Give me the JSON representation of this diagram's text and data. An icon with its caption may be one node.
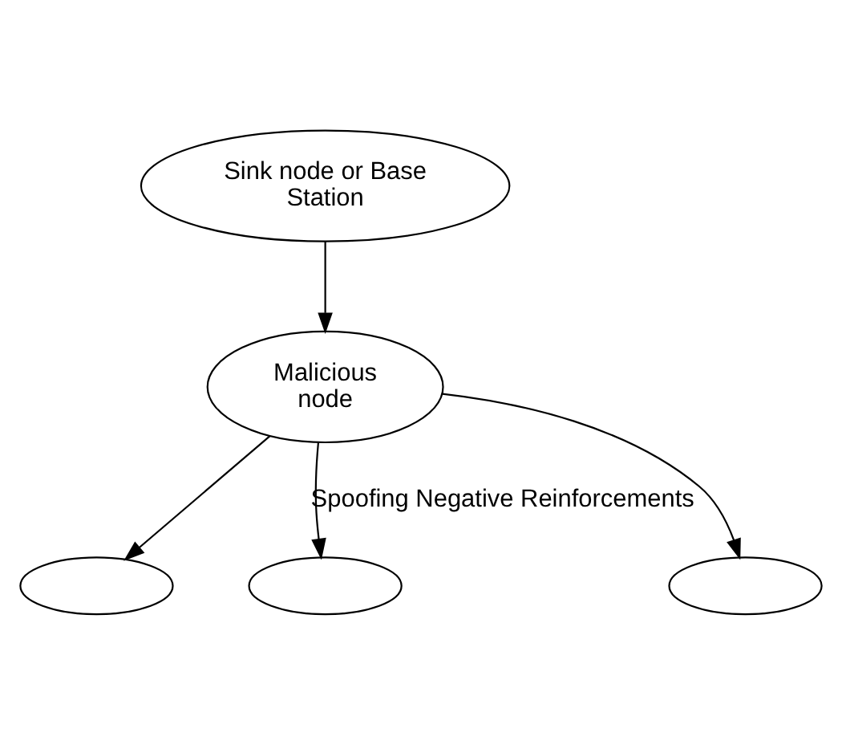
{
  "diagram": {
    "nodes": [
      {
        "text": [
          "Sink node or Base Station"
        ]
      },
      {
        "text": [
          "Malicious node"
        ]
      },
      {
        "text": [],
        "shape": "ellipse"
      },
      {
        "text": [],
        "shape": "ellipse"
      },
      {
        "text": [],
        "shape": "ellipse"
      }
    ],
    "edges": [
      {
        "from": 0,
        "to": 1,
        "arrow": "to"
      },
      {
        "from": 1,
        "to": 2,
        "arrow": "to"
      },
      {
        "from": 1,
        "to": 3,
        "arrow": "to",
        "label": "Spoofing Negative Reinforcements"
      },
      {
        "from": 1,
        "to": 4,
        "arrow": "to"
      }
    ]
  }
}
